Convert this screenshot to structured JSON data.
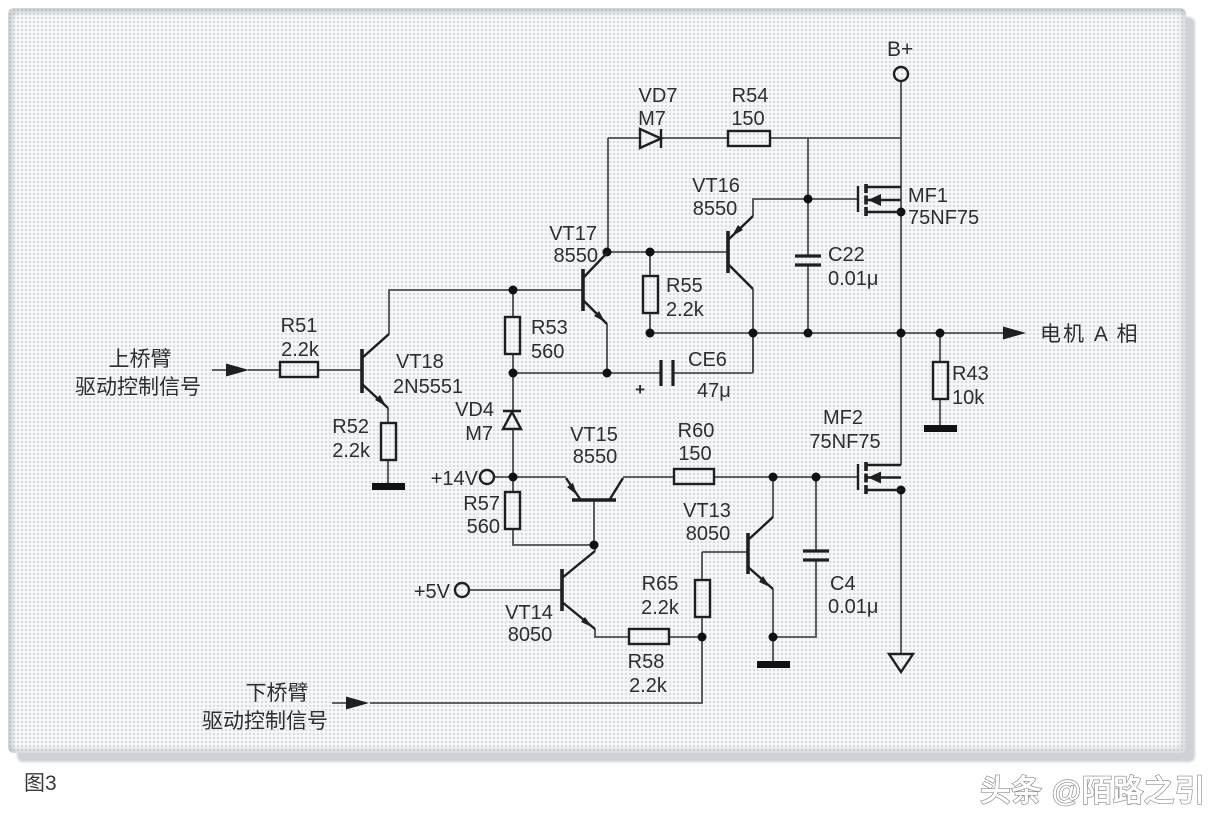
{
  "figure": {
    "caption": "图3",
    "watermark": "头条 @陌路之引"
  },
  "labels": {
    "input_top_line1": "上桥臂",
    "input_top_line2": "驱动控制信号",
    "input_bottom_line1": "下桥臂",
    "input_bottom_line2": "驱动控制信号",
    "output": "电机 A 相",
    "b_plus": "B+",
    "v14": "+14V",
    "v5": "+5V"
  },
  "components": {
    "VD7": {
      "ref": "VD7",
      "val": "M7"
    },
    "R54": {
      "ref": "R54",
      "val": "150"
    },
    "MF1": {
      "ref": "MF1",
      "val": "75NF75"
    },
    "VT16": {
      "ref": "VT16",
      "val": "8550"
    },
    "VT17": {
      "ref": "VT17",
      "val": "8550"
    },
    "R55": {
      "ref": "R55",
      "val": "2.2k"
    },
    "C22": {
      "ref": "C22",
      "val": "0.01μ"
    },
    "CE6": {
      "ref": "CE6",
      "val": "47μ",
      "polarity": "+"
    },
    "R51": {
      "ref": "R51",
      "val": "2.2k"
    },
    "VT18": {
      "ref": "VT18",
      "val": "2N5551"
    },
    "R52": {
      "ref": "R52",
      "val": "2.2k"
    },
    "R53": {
      "ref": "R53",
      "val": "560"
    },
    "VD4": {
      "ref": "VD4",
      "val": "M7"
    },
    "R43": {
      "ref": "R43",
      "val": "10k"
    },
    "R57": {
      "ref": "R57",
      "val": "560"
    },
    "VT15": {
      "ref": "VT15",
      "val": "8550"
    },
    "R60": {
      "ref": "R60",
      "val": "150"
    },
    "MF2": {
      "ref": "MF2",
      "val": "75NF75"
    },
    "VT13": {
      "ref": "VT13",
      "val": "8050"
    },
    "C4": {
      "ref": "C4",
      "val": "0.01μ"
    },
    "VT14": {
      "ref": "VT14",
      "val": "8050"
    },
    "R65": {
      "ref": "R65",
      "val": "2.2k"
    },
    "R58": {
      "ref": "R58",
      "val": "2.2k"
    }
  },
  "colors": {
    "wire": "#4d4d4d",
    "component": "#1f1f1f",
    "text": "#2e2e2e",
    "panel_bg": "#f6f7f8",
    "panel_dot": "#d7dbdf"
  }
}
